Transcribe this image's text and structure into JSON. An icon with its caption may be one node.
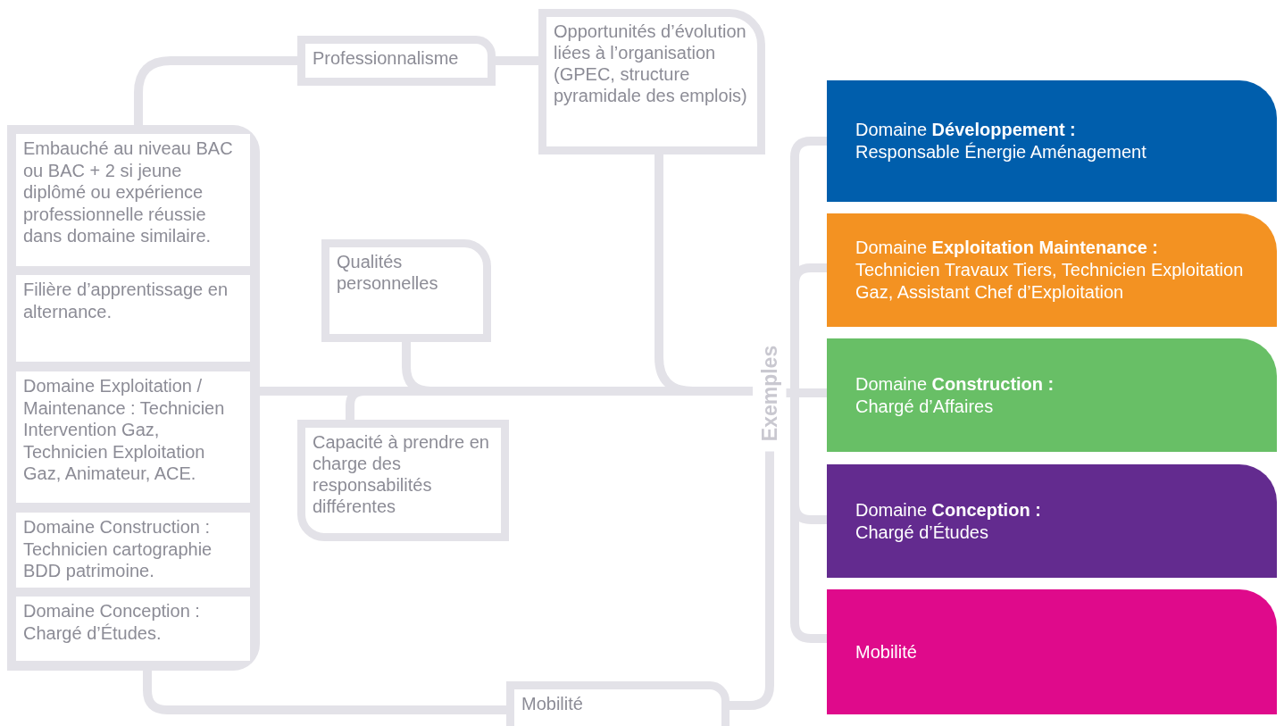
{
  "diagram": {
    "nodes": [
      {
        "text": [],
        "shape": "box"
      },
      {
        "text": [
          "Embauché au niveau BAC ou BAC + 2 si jeune diplômé ou expérience professionnelle réussie dans domaine similaire."
        ],
        "in": 0
      },
      {
        "text": [
          "Filière d’apprentissage en alternance."
        ],
        "in": 0
      },
      {
        "text": [
          "Domaine Exploitation / Maintenance : Technicien Intervention Gaz, Technicien Exploitation Gaz, Animateur, ACE."
        ],
        "in": 0
      },
      {
        "text": [
          "Domaine Construction : Technicien cartographie BDD patrimoine."
        ],
        "in": 0
      },
      {
        "text": [
          "Domaine Conception : Chargé d’Études."
        ],
        "in": 0
      },
      {
        "text": [
          "Professionnalisme"
        ]
      },
      {
        "text": [
          "Opportunités d’évolution liées à l’organisation (GPEC, structure pyramidale des emplois)"
        ]
      },
      {
        "text": [
          "Qualités personnelles"
        ]
      },
      {
        "text": [
          "Capacité à prendre en charge des responsabilités différentes"
        ]
      },
      {
        "text": [
          "Mobilité"
        ]
      },
      {
        "text": [
          "Exemples"
        ]
      },
      {
        "text": [
          "Domaine **Développement :**",
          "Responsable Énergie Aménagement"
        ]
      },
      {
        "text": [
          "Domaine **Exploitation Maintenance :**",
          "Technicien Travaux Tiers, Technicien Exploitation Gaz, Assistant Chef d’Exploitation"
        ]
      },
      {
        "text": [
          "Domaine **Construction :**",
          "Chargé d’Affaires"
        ]
      },
      {
        "text": [
          "Domaine **Conception :**",
          "Chargé d’Études"
        ]
      },
      {
        "text": [
          "Mobilité"
        ]
      }
    ],
    "edges": [
      {
        "from": 0,
        "to": 6,
        "arrow": "none"
      },
      {
        "from": 6,
        "to": 7,
        "arrow": "none"
      },
      {
        "from": 7,
        "to": 11,
        "arrow": "none"
      },
      {
        "from": 8,
        "to": 11,
        "arrow": "none"
      },
      {
        "from": 9,
        "to": 11,
        "arrow": "none"
      },
      {
        "from": 0,
        "to": 11,
        "arrow": "none"
      },
      {
        "from": 0,
        "to": 10,
        "arrow": "none"
      },
      {
        "from": 10,
        "to": 11,
        "arrow": "none"
      },
      {
        "from": 11,
        "to": 12,
        "arrow": "none"
      },
      {
        "from": 11,
        "to": 13,
        "arrow": "none"
      },
      {
        "from": 11,
        "to": 14,
        "arrow": "none"
      },
      {
        "from": 11,
        "to": 15,
        "arrow": "none"
      },
      {
        "from": 11,
        "to": 16,
        "arrow": "none"
      }
    ]
  }
}
